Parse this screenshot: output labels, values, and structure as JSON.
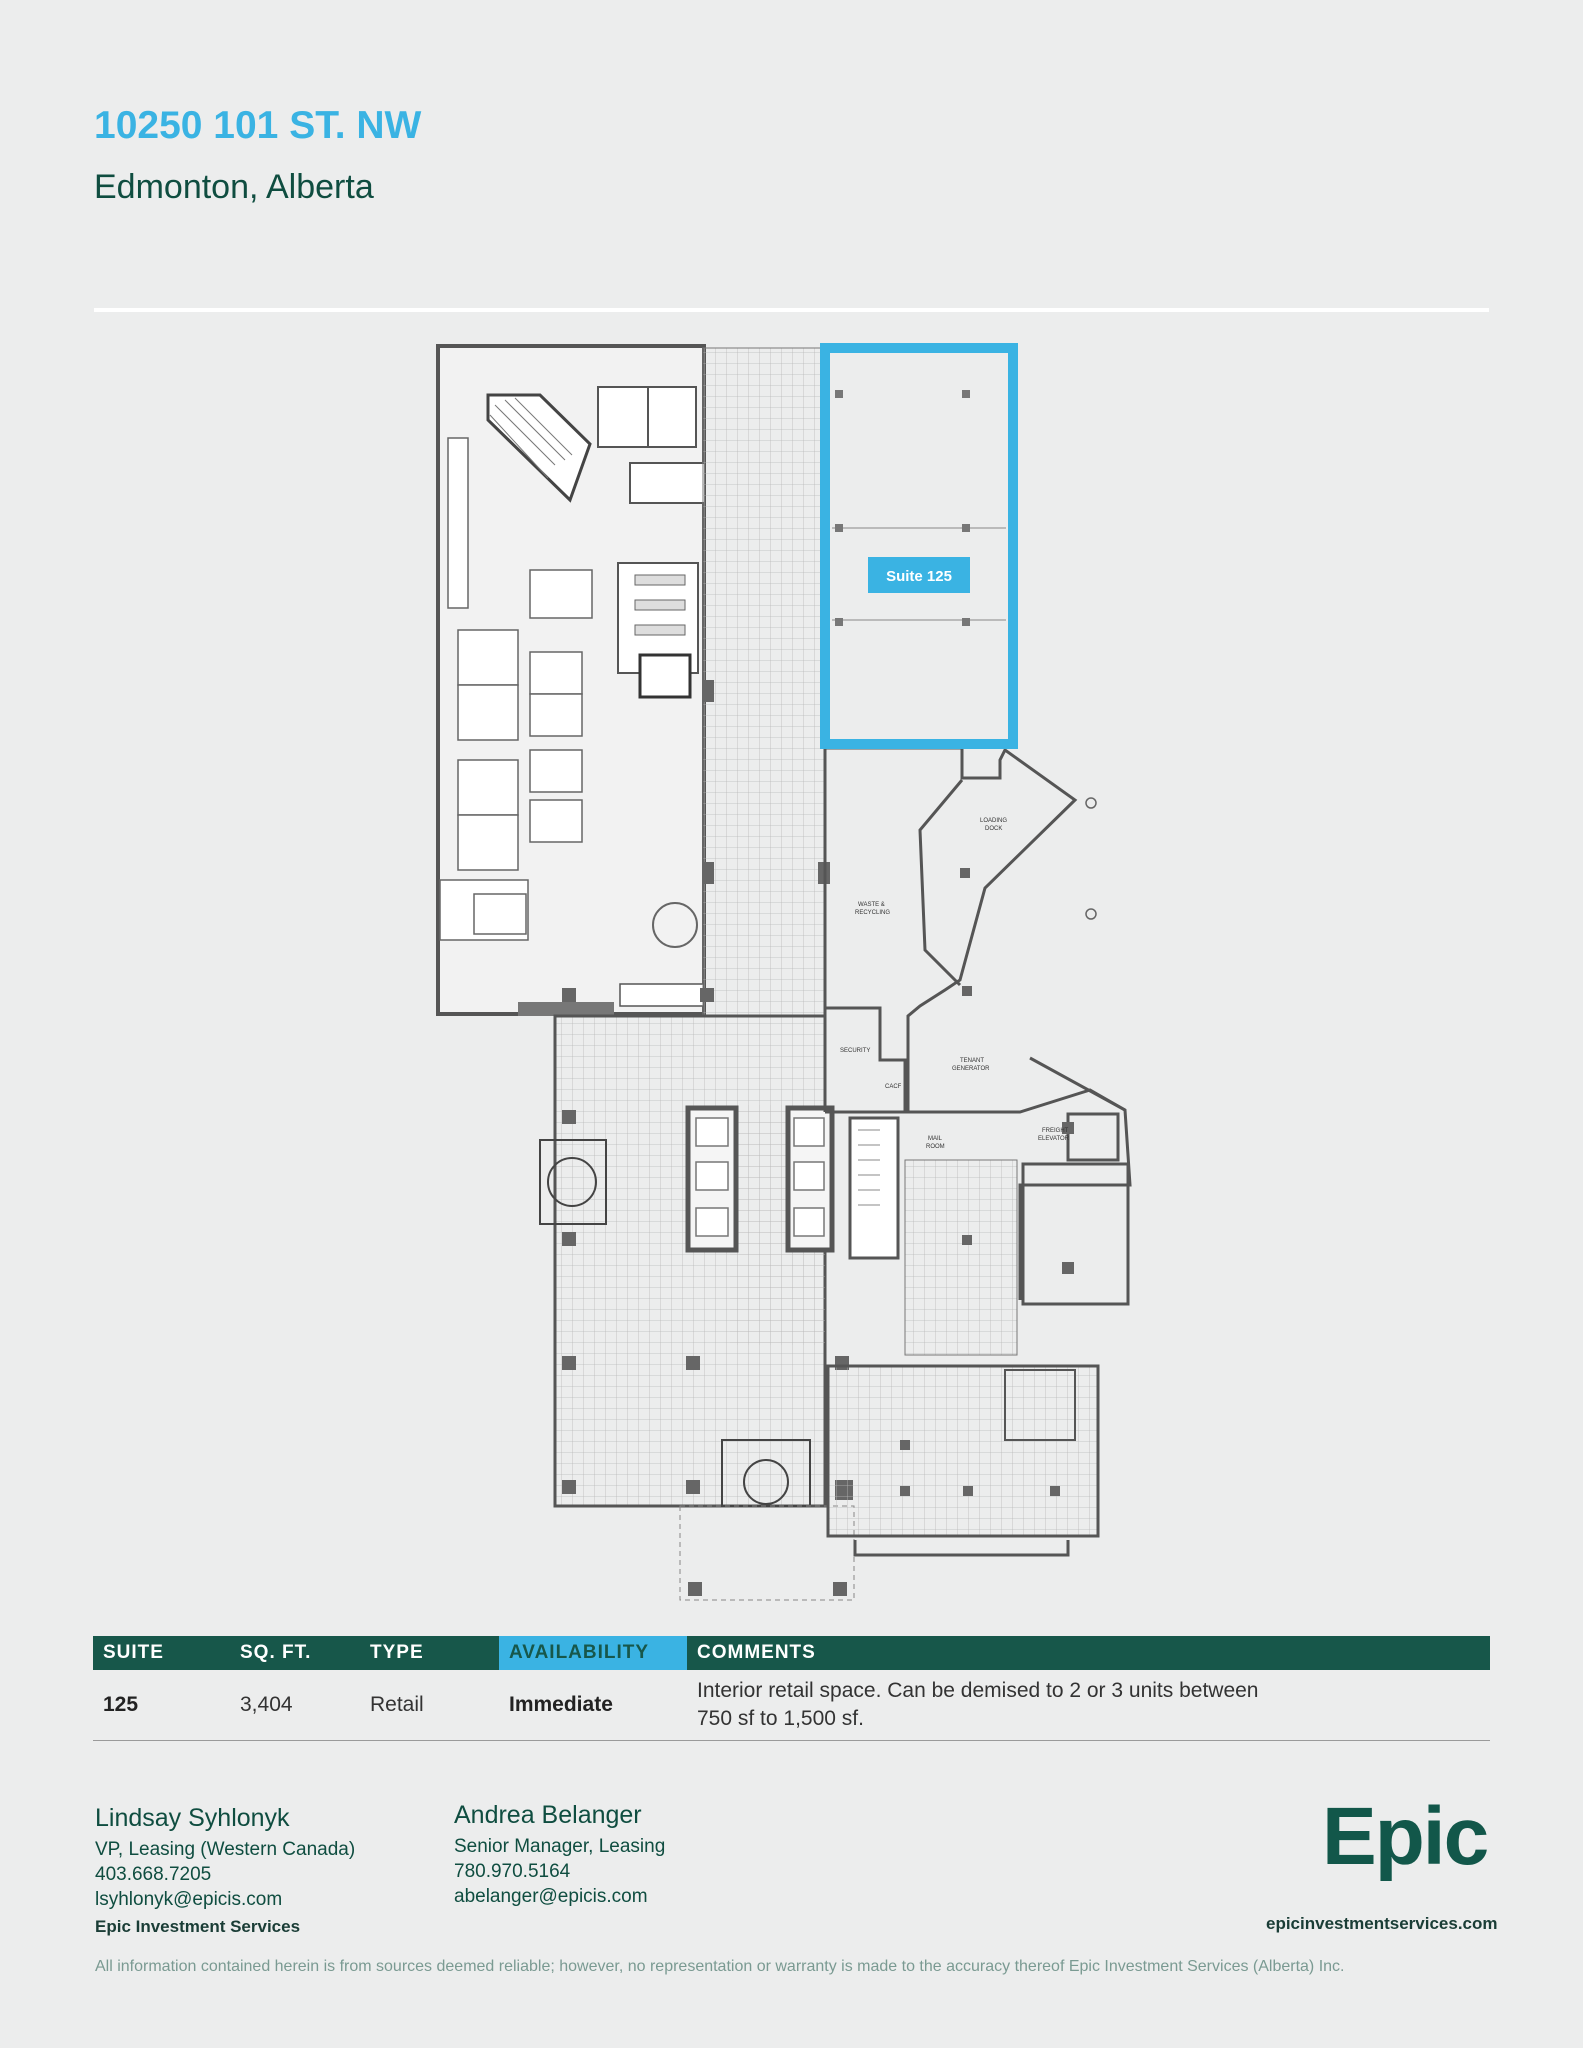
{
  "header": {
    "address": "10250 101 ST. NW",
    "city": "Edmonton, Alberta"
  },
  "floorplan": {
    "suite_label": "Suite 125",
    "room_labels": [
      "LOADING",
      "DOCK",
      "WASTE &",
      "RECYCLING",
      "SECURITY",
      "CACF",
      "TENANT",
      "GENERATOR",
      "MAIL",
      "ROOM",
      "FREIGHT",
      "ELEVATOR"
    ],
    "highlight_color": "#3ab3e3"
  },
  "table": {
    "headers": [
      "SUITE",
      "SQ. FT.",
      "TYPE",
      "AVAILABILITY",
      "COMMENTS"
    ],
    "row": {
      "suite": "125",
      "sqft": "3,404",
      "type": "Retail",
      "availability": "Immediate",
      "comment_line1": "Interior retail space. Can be demised to 2 or 3 units between",
      "comment_line2": "750 sf to 1,500 sf."
    }
  },
  "contacts": [
    {
      "name": "Lindsay Syhlonyk",
      "title": "VP, Leasing (Western Canada)",
      "phone": "403.668.7205",
      "email": "lsyhlonyk@epicis.com"
    },
    {
      "name": "Andrea Belanger",
      "title": "Senior Manager, Leasing",
      "phone": "780.970.5164",
      "email": "abelanger@epicis.com"
    }
  ],
  "footer": {
    "company": "Epic Investment Services",
    "logo": "Epic",
    "website": "epicinvestmentservices.com",
    "disclaimer": "All information contained herein is from sources deemed reliable; however, no representation or warranty is made to the accuracy thereof Epic Investment Services (Alberta) Inc."
  },
  "colors": {
    "brand_green": "#17574a",
    "accent_blue": "#3ab3e3",
    "background": "#eceded"
  }
}
